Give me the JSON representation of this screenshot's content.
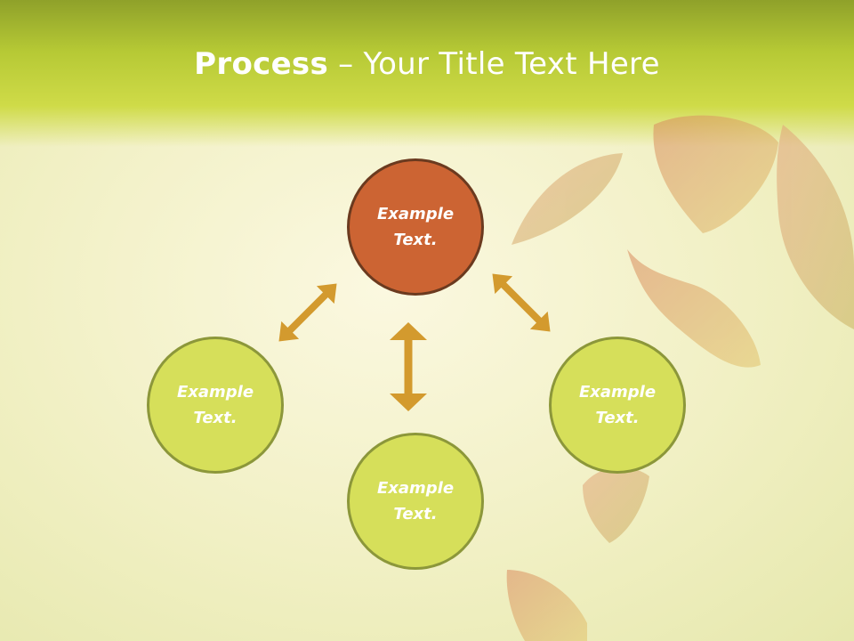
{
  "slide": {
    "title_bold": "Process",
    "title_rest": " – Your Title Text Here"
  },
  "diagram": {
    "nodes": [
      {
        "id": "top",
        "text": "Example Text.",
        "color": "#cc6433"
      },
      {
        "id": "left",
        "text": "Example Text.",
        "color": "#d6df5a"
      },
      {
        "id": "bottom",
        "text": "Example Text.",
        "color": "#d6df5a"
      },
      {
        "id": "right",
        "text": "Example Text.",
        "color": "#d6df5a"
      }
    ],
    "arrow_color": "#d39a2e"
  }
}
